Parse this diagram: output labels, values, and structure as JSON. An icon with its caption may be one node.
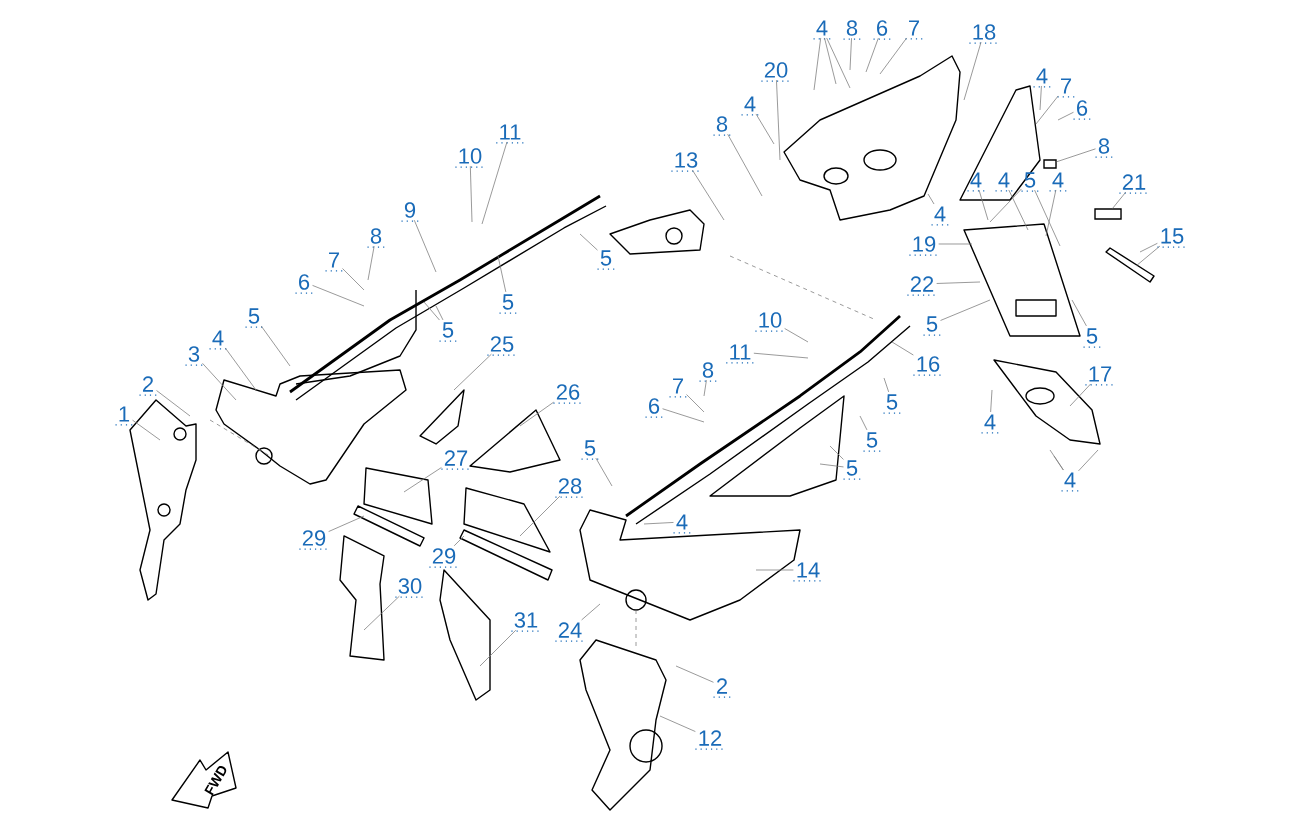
{
  "diagram": {
    "nodes": [
      {
        "text": [
          "4"
        ]
      },
      {
        "text": [
          "8"
        ]
      },
      {
        "text": [
          "6"
        ]
      },
      {
        "text": [
          "7"
        ]
      },
      {
        "text": [
          "18"
        ]
      },
      {
        "text": [
          "20"
        ]
      },
      {
        "text": [
          "4"
        ]
      },
      {
        "text": [
          "7"
        ]
      },
      {
        "text": [
          "4"
        ]
      },
      {
        "text": [
          "6"
        ]
      },
      {
        "text": [
          "8"
        ]
      },
      {
        "text": [
          "8"
        ]
      },
      {
        "text": [
          "11"
        ]
      },
      {
        "text": [
          "10"
        ]
      },
      {
        "text": [
          "13"
        ]
      },
      {
        "text": [
          "4"
        ]
      },
      {
        "text": [
          "4"
        ]
      },
      {
        "text": [
          "5"
        ]
      },
      {
        "text": [
          "4"
        ]
      },
      {
        "text": [
          "21"
        ]
      },
      {
        "text": [
          "9"
        ]
      },
      {
        "text": [
          "4"
        ]
      },
      {
        "text": [
          "5"
        ]
      },
      {
        "text": [
          "8"
        ]
      },
      {
        "text": [
          "19"
        ]
      },
      {
        "text": [
          "15"
        ]
      },
      {
        "text": [
          "7"
        ]
      },
      {
        "text": [
          "6"
        ]
      },
      {
        "text": [
          "22"
        ]
      },
      {
        "text": [
          "5"
        ]
      },
      {
        "text": [
          "5"
        ]
      },
      {
        "text": [
          "5"
        ]
      },
      {
        "text": [
          "10"
        ]
      },
      {
        "text": [
          "5"
        ]
      },
      {
        "text": [
          "5"
        ]
      },
      {
        "text": [
          "11"
        ]
      },
      {
        "text": [
          "25"
        ]
      },
      {
        "text": [
          "16"
        ]
      },
      {
        "text": [
          "4"
        ]
      },
      {
        "text": [
          "3"
        ]
      },
      {
        "text": [
          "8"
        ]
      },
      {
        "text": [
          "17"
        ]
      },
      {
        "text": [
          "2"
        ]
      },
      {
        "text": [
          "7"
        ]
      },
      {
        "text": [
          "26"
        ]
      },
      {
        "text": [
          "1"
        ]
      },
      {
        "text": [
          "6"
        ]
      },
      {
        "text": [
          "5"
        ]
      },
      {
        "text": [
          "4"
        ]
      },
      {
        "text": [
          "5"
        ]
      },
      {
        "text": [
          "5"
        ]
      },
      {
        "text": [
          "27"
        ]
      },
      {
        "text": [
          "5"
        ]
      },
      {
        "text": [
          "4"
        ]
      },
      {
        "text": [
          "28"
        ]
      },
      {
        "text": [
          "29"
        ]
      },
      {
        "text": [
          "4"
        ]
      },
      {
        "text": [
          "29"
        ]
      },
      {
        "text": [
          "14"
        ]
      },
      {
        "text": [
          "30"
        ]
      },
      {
        "text": [
          "31"
        ]
      },
      {
        "text": [
          "24"
        ]
      },
      {
        "text": [
          "2"
        ]
      },
      {
        "text": [
          "12"
        ]
      },
      {
        "text": [],
        "shape": "box"
      },
      {
        "text": [],
        "shape": "box"
      }
    ],
    "edges": [
      {
        "from": 0,
        "to": null,
        "arrow": "none"
      },
      {
        "from": 0,
        "to": null,
        "arrow": "none"
      },
      {
        "from": 0,
        "to": null,
        "arrow": "none"
      },
      {
        "from": 1,
        "to": null,
        "arrow": "none"
      },
      {
        "from": 2,
        "to": null,
        "arrow": "none"
      },
      {
        "from": 3,
        "to": null,
        "arrow": "none"
      },
      {
        "from": 4,
        "to": null,
        "arrow": "none"
      },
      {
        "from": 5,
        "to": null,
        "arrow": "none"
      },
      {
        "from": 6,
        "to": null,
        "arrow": "none"
      },
      {
        "from": 7,
        "to": null,
        "arrow": "none"
      },
      {
        "from": 8,
        "to": null,
        "arrow": "none"
      },
      {
        "from": 9,
        "to": null,
        "arrow": "none"
      },
      {
        "from": 10,
        "to": null,
        "arrow": "none"
      },
      {
        "from": 11,
        "to": 64,
        "arrow": "none"
      },
      {
        "from": 12,
        "to": null,
        "arrow": "none"
      },
      {
        "from": 13,
        "to": null,
        "arrow": "none"
      },
      {
        "from": 14,
        "to": null,
        "arrow": "none"
      },
      {
        "from": 15,
        "to": null,
        "arrow": "none"
      },
      {
        "from": 16,
        "to": null,
        "arrow": "none"
      },
      {
        "from": 17,
        "to": null,
        "arrow": "none"
      },
      {
        "from": 17,
        "to": null,
        "arrow": "none"
      },
      {
        "from": 18,
        "to": null,
        "arrow": "none"
      },
      {
        "from": 19,
        "to": 65,
        "arrow": "none"
      },
      {
        "from": 20,
        "to": null,
        "arrow": "none"
      },
      {
        "from": 21,
        "to": null,
        "arrow": "none"
      },
      {
        "from": 22,
        "to": null,
        "arrow": "none"
      },
      {
        "from": 23,
        "to": null,
        "arrow": "none"
      },
      {
        "from": 24,
        "to": null,
        "arrow": "none"
      },
      {
        "from": 25,
        "to": null,
        "arrow": "none"
      },
      {
        "from": 25,
        "to": null,
        "arrow": "none"
      },
      {
        "from": 26,
        "to": null,
        "arrow": "none"
      },
      {
        "from": 27,
        "to": null,
        "arrow": "none"
      },
      {
        "from": 28,
        "to": null,
        "arrow": "none"
      },
      {
        "from": 29,
        "to": null,
        "arrow": "none"
      },
      {
        "from": 30,
        "to": null,
        "arrow": "none"
      },
      {
        "from": 31,
        "to": null,
        "arrow": "none"
      },
      {
        "from": 32,
        "to": null,
        "arrow": "none"
      },
      {
        "from": 33,
        "to": null,
        "arrow": "none"
      },
      {
        "from": 33,
        "to": null,
        "arrow": "none"
      },
      {
        "from": 34,
        "to": null,
        "arrow": "none"
      },
      {
        "from": 35,
        "to": null,
        "arrow": "none"
      },
      {
        "from": 36,
        "to": null,
        "arrow": "none"
      },
      {
        "from": 37,
        "to": null,
        "arrow": "none"
      },
      {
        "from": 38,
        "to": null,
        "arrow": "none"
      },
      {
        "from": 39,
        "to": null,
        "arrow": "none"
      },
      {
        "from": 40,
        "to": null,
        "arrow": "none"
      },
      {
        "from": 41,
        "to": null,
        "arrow": "none"
      },
      {
        "from": 42,
        "to": null,
        "arrow": "none"
      },
      {
        "from": 43,
        "to": null,
        "arrow": "none"
      },
      {
        "from": 44,
        "to": null,
        "arrow": "none"
      },
      {
        "from": 45,
        "to": null,
        "arrow": "none"
      },
      {
        "from": 46,
        "to": null,
        "arrow": "none"
      },
      {
        "from": 47,
        "to": null,
        "arrow": "none"
      },
      {
        "from": 48,
        "to": null,
        "arrow": "none"
      },
      {
        "from": 49,
        "to": null,
        "arrow": "none"
      },
      {
        "from": 50,
        "to": null,
        "arrow": "none"
      },
      {
        "from": 51,
        "to": null,
        "arrow": "none"
      },
      {
        "from": 52,
        "to": null,
        "arrow": "none"
      },
      {
        "from": 52,
        "to": null,
        "arrow": "none"
      },
      {
        "from": 53,
        "to": null,
        "arrow": "none"
      },
      {
        "from": 53,
        "to": null,
        "arrow": "none"
      },
      {
        "from": 53,
        "to": null,
        "arrow": "none"
      },
      {
        "from": 54,
        "to": null,
        "arrow": "none"
      },
      {
        "from": 55,
        "to": null,
        "arrow": "none"
      },
      {
        "from": 56,
        "to": null,
        "arrow": "none"
      },
      {
        "from": 57,
        "to": null,
        "arrow": "none"
      },
      {
        "from": 58,
        "to": null,
        "arrow": "none"
      },
      {
        "from": 59,
        "to": null,
        "arrow": "none"
      },
      {
        "from": 60,
        "to": null,
        "arrow": "none"
      },
      {
        "from": 61,
        "to": null,
        "arrow": "none"
      },
      {
        "from": 62,
        "to": null,
        "arrow": "none"
      },
      {
        "from": 63,
        "to": null,
        "arrow": "none"
      }
    ],
    "labels": [
      "FWD"
    ]
  }
}
